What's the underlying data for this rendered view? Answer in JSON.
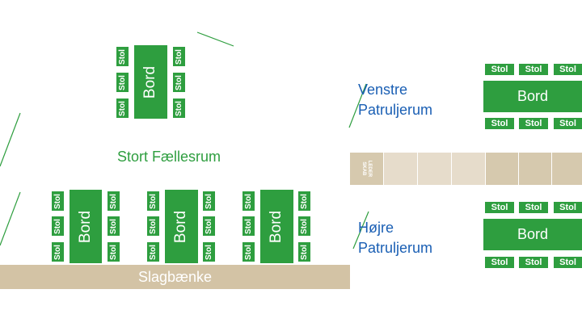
{
  "labels": {
    "stol": "Stol",
    "bord": "Bord",
    "stort_faellesrum": "Stort Fællesrum",
    "slagbaenke": "Slagbænke",
    "venstre_line1": "Venstre",
    "venstre_line2": "Patruljerum",
    "hojre_line1": "Højre",
    "hojre_line2": "Patruljerum",
    "lederskab_line1": "LEDER",
    "lederskab_line2": "SKAB"
  },
  "colors": {
    "furniture_green": "#2e9e3f",
    "room_label_blue": "#1a5fb4",
    "bench_tan": "#d3c3a5",
    "shelf_light": "#e6dccb",
    "shelf_dark": "#d6c9ae"
  }
}
